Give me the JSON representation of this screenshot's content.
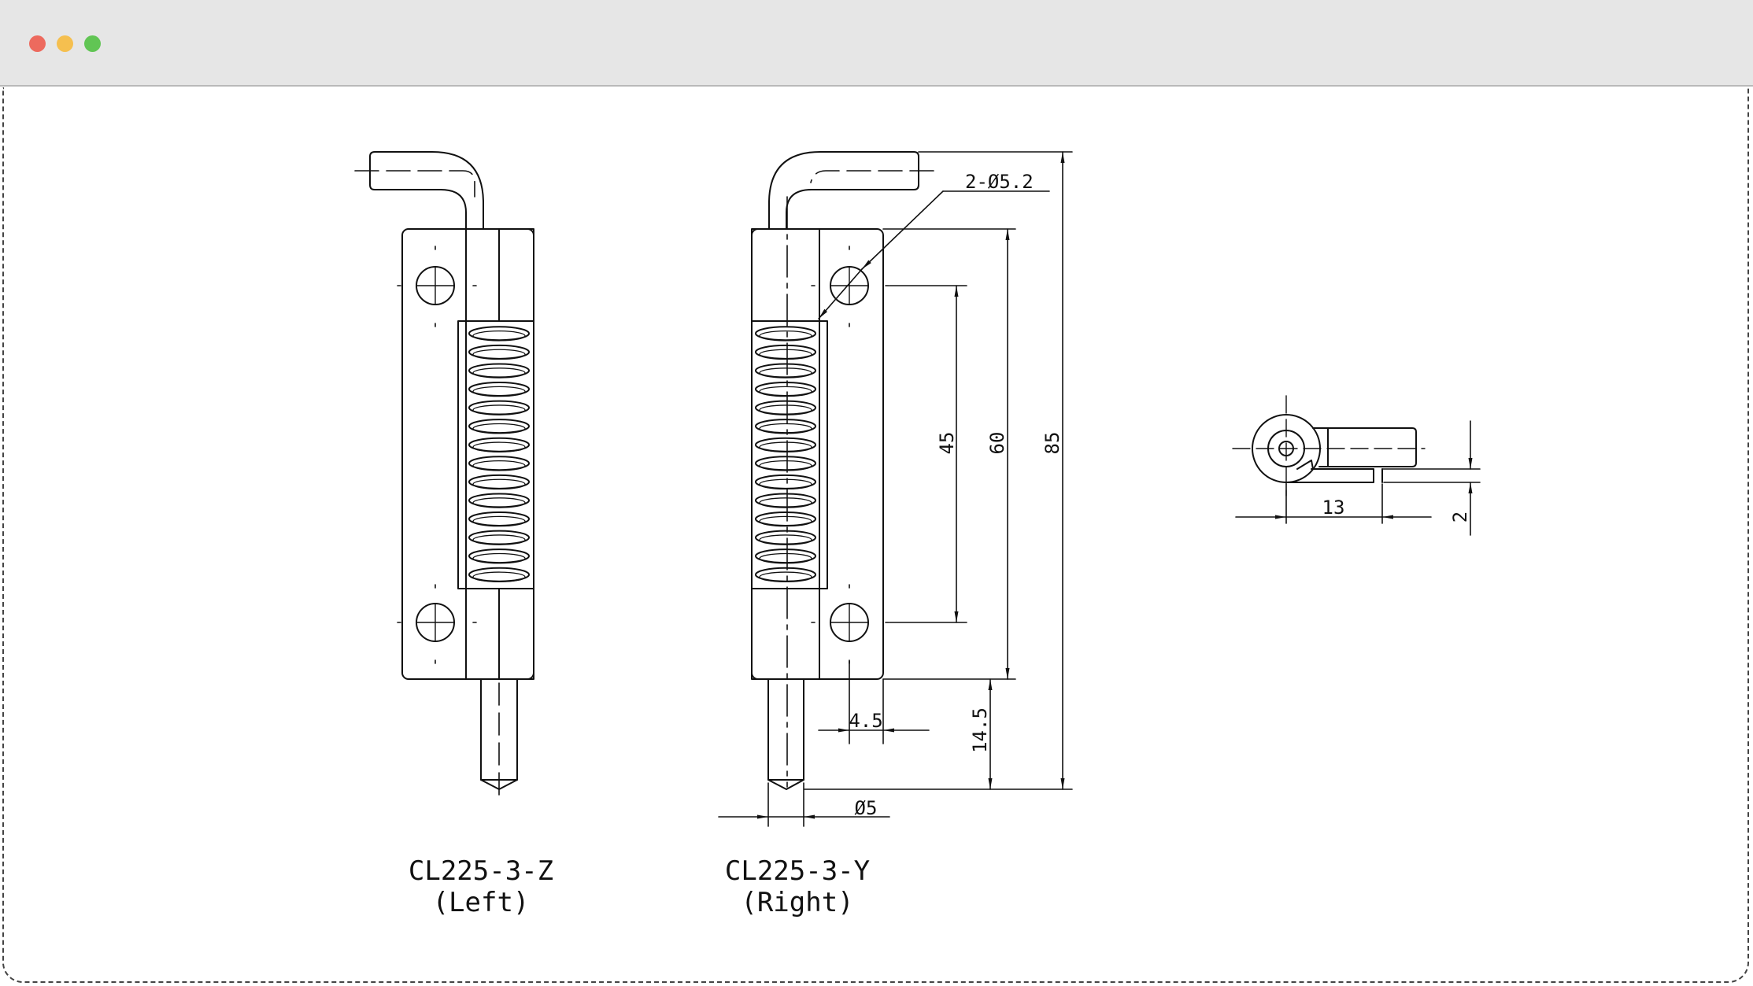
{
  "window": {
    "controls": [
      {
        "name": "close",
        "color": "#ed6a5e"
      },
      {
        "name": "minimize",
        "color": "#f5bf4f"
      },
      {
        "name": "maximize",
        "color": "#61c554"
      }
    ]
  },
  "drawing": {
    "line_color": "#111111",
    "left_view": {
      "part_number": "CL225-3-Z",
      "side": "(Left)"
    },
    "right_view": {
      "part_number": "CL225-3-Y",
      "side": "(Right)"
    },
    "dimensions": {
      "hole_callout": "2-Ø5.2",
      "hole_spacing": "45",
      "plate_length": "60",
      "overall_length": "85",
      "pin_protrusion": "14.5",
      "hole_edge_offset": "4.5",
      "pin_diameter": "Ø5",
      "end_view_width": "13",
      "end_view_thickness": "2"
    }
  }
}
